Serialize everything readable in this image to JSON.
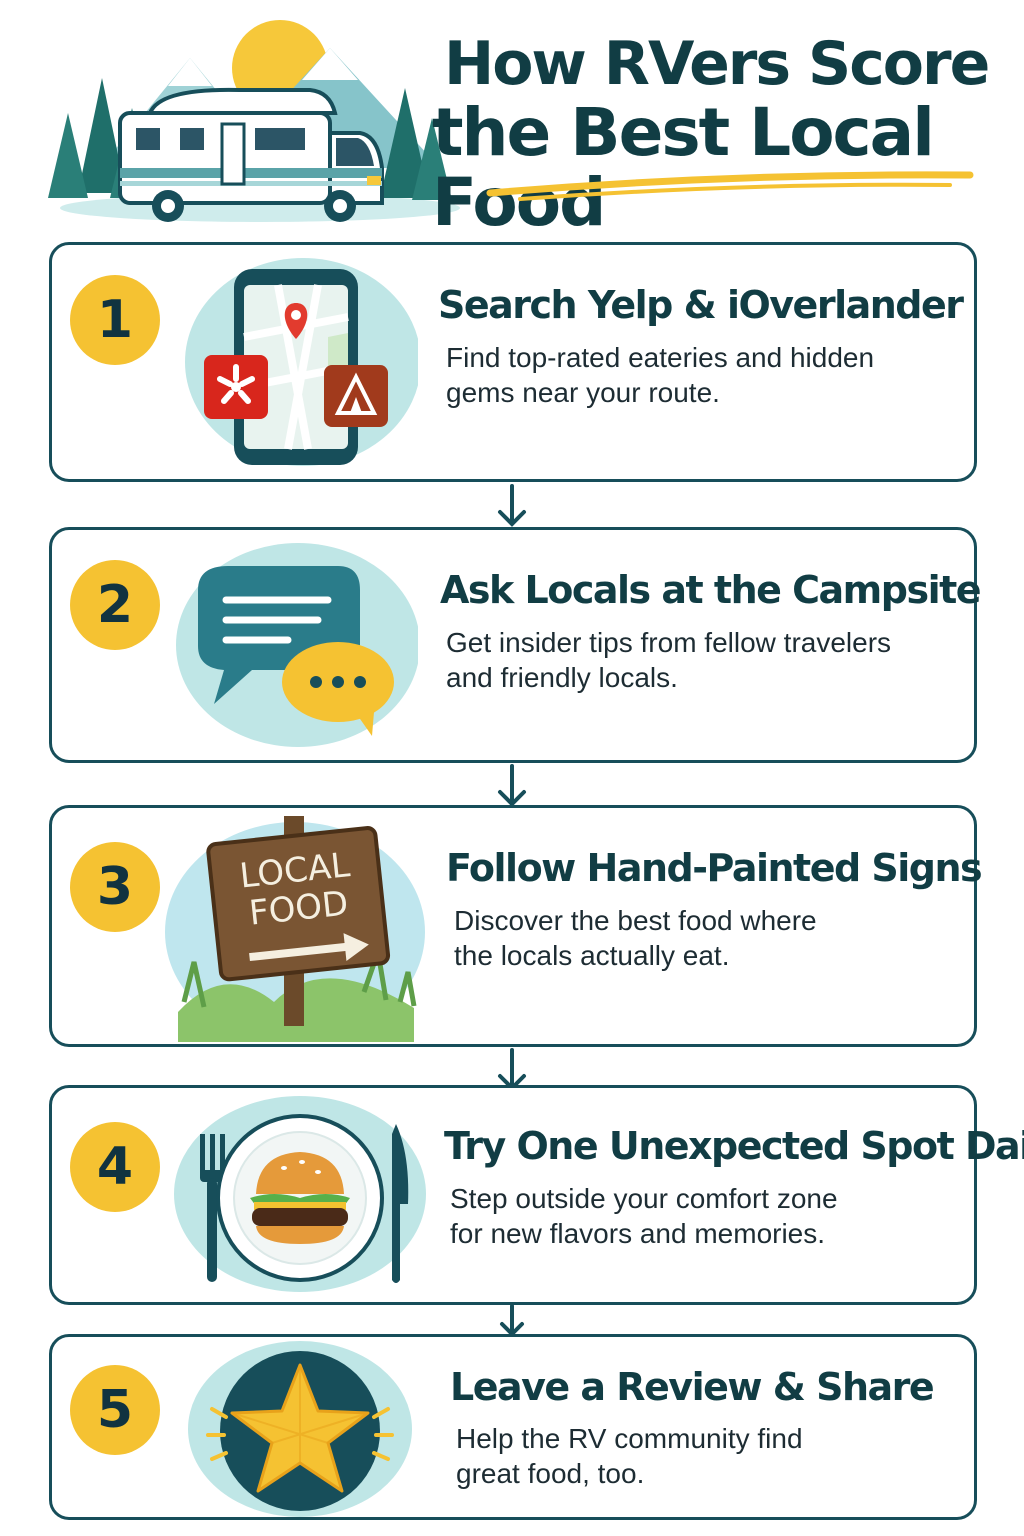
{
  "title": {
    "line1": "How RVers Score",
    "line2": "the Best Local Food"
  },
  "steps": [
    {
      "number": "1",
      "title": "Search Yelp & iOverlander",
      "desc_line1": "Find top-rated eateries and hidden",
      "desc_line2": "gems near your route."
    },
    {
      "number": "2",
      "title": "Ask Locals at the Campsite",
      "desc_line1": "Get insider tips from fellow travelers",
      "desc_line2": "and friendly locals."
    },
    {
      "number": "3",
      "title": "Follow Hand-Painted Signs",
      "desc_line1": "Discover the best food where",
      "desc_line2": "the locals actually eat.",
      "sign_line1": "LOCAL",
      "sign_line2": "FOOD"
    },
    {
      "number": "4",
      "title": "Try One Unexpected Spot Daily",
      "desc_line1": "Step outside your comfort zone",
      "desc_line2": "for new flavors and memories."
    },
    {
      "number": "5",
      "title": "Leave a Review & Share",
      "desc_line1": "Help the RV community find",
      "desc_line2": "great food, too."
    }
  ],
  "colors": {
    "navy": "#113d44",
    "accent_yellow": "#f5c232",
    "mint": "#bfe6e6",
    "card_border": "#174e5a"
  }
}
